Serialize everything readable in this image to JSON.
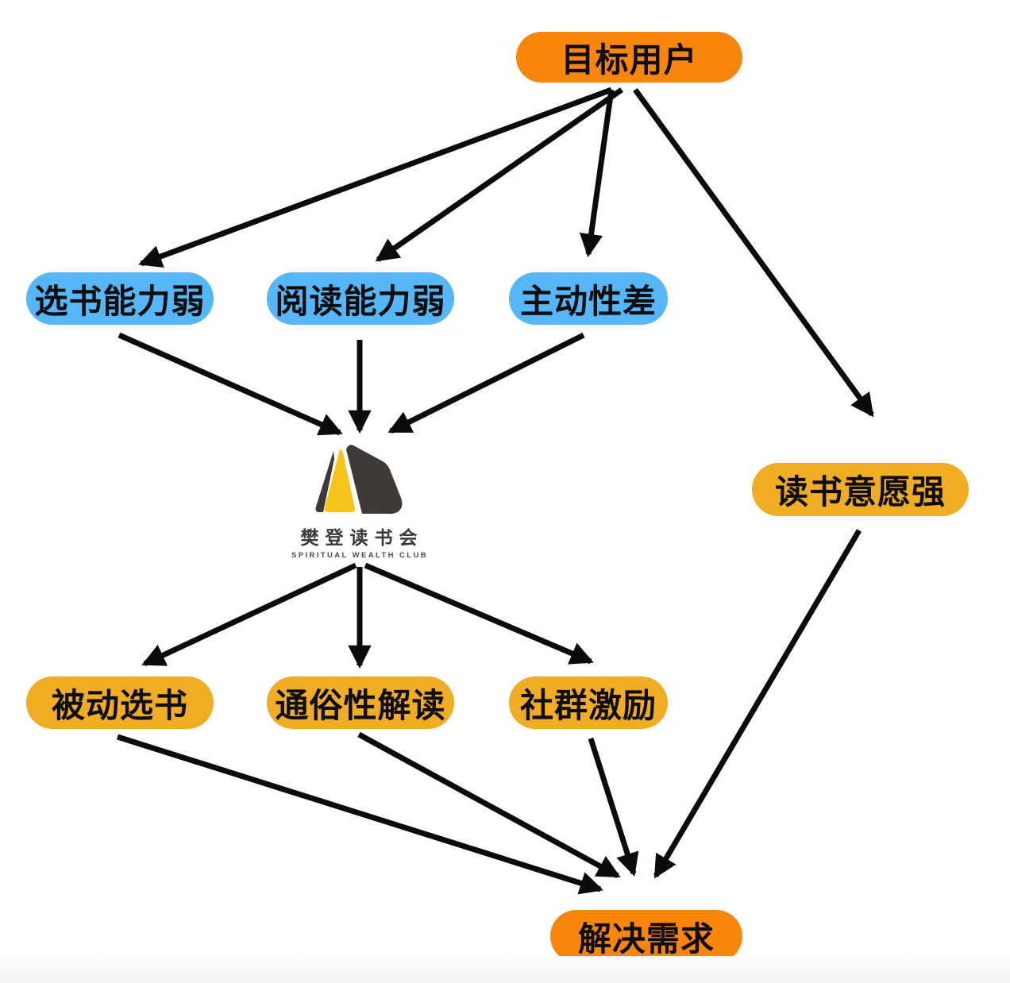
{
  "diagram": {
    "title_node": "目标用户",
    "colors": {
      "orange": "#f8860d",
      "blue": "#55b6f8",
      "amber": "#f0ad24",
      "arrow": "#0b0b0b",
      "logo_yellow": "#f6c41a",
      "logo_dark": "#3d3a38"
    },
    "nodes": {
      "target_user": {
        "label": "目标用户",
        "color": "orange"
      },
      "weak_book_selection": {
        "label": "选书能力弱",
        "color": "blue"
      },
      "weak_reading": {
        "label": "阅读能力弱",
        "color": "blue"
      },
      "poor_initiative": {
        "label": "主动性差",
        "color": "blue"
      },
      "strong_reading_willingness": {
        "label": "读书意愿强",
        "color": "amber"
      },
      "passive_book_selection": {
        "label": "被动选书",
        "color": "amber"
      },
      "accessible_interpretation": {
        "label": "通俗性解读",
        "color": "amber"
      },
      "community_incentive": {
        "label": "社群激励",
        "color": "amber"
      },
      "solve_needs": {
        "label": "解决需求",
        "color": "orange"
      }
    },
    "logo": {
      "name_zh": "樊登读书会",
      "name_en": "SPIRITUAL WEALTH CLUB"
    },
    "edges": [
      {
        "from": "target_user",
        "to": "weak_book_selection"
      },
      {
        "from": "target_user",
        "to": "weak_reading"
      },
      {
        "from": "target_user",
        "to": "poor_initiative"
      },
      {
        "from": "target_user",
        "to": "strong_reading_willingness"
      },
      {
        "from": "weak_book_selection",
        "to": "fandeng_logo"
      },
      {
        "from": "weak_reading",
        "to": "fandeng_logo"
      },
      {
        "from": "poor_initiative",
        "to": "fandeng_logo"
      },
      {
        "from": "fandeng_logo",
        "to": "passive_book_selection"
      },
      {
        "from": "fandeng_logo",
        "to": "accessible_interpretation"
      },
      {
        "from": "fandeng_logo",
        "to": "community_incentive"
      },
      {
        "from": "passive_book_selection",
        "to": "solve_needs"
      },
      {
        "from": "accessible_interpretation",
        "to": "solve_needs"
      },
      {
        "from": "community_incentive",
        "to": "solve_needs"
      },
      {
        "from": "strong_reading_willingness",
        "to": "solve_needs"
      }
    ]
  }
}
